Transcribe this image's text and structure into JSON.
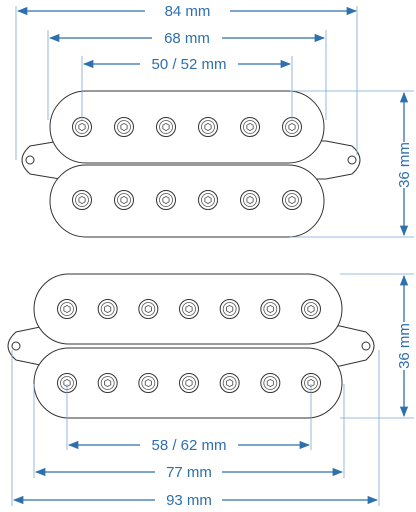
{
  "colors": {
    "dimension": "#2e6fad",
    "outline": "#333333",
    "guide": "#7aa6d4",
    "background": "#ffffff"
  },
  "pickup_6_string": {
    "poles_per_coil": 6,
    "dims": {
      "total_length": "84 mm",
      "coil_length": "68 mm",
      "pole_spacing": "50 / 52 mm",
      "width": "36 mm"
    }
  },
  "pickup_7_string": {
    "poles_per_coil": 7,
    "dims": {
      "pole_spacing": "58 / 62 mm",
      "coil_length": "77 mm",
      "total_length": "93 mm",
      "width": "36 mm"
    }
  }
}
